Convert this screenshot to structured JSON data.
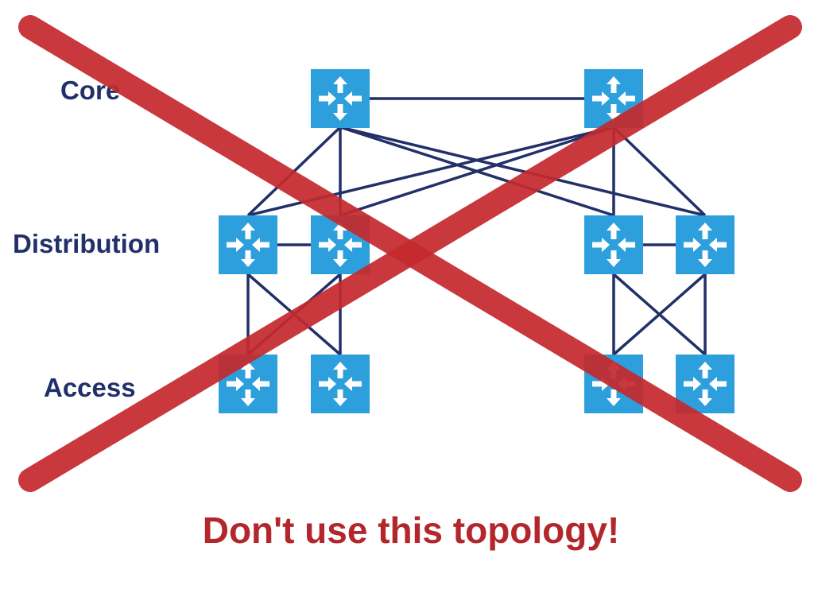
{
  "tiers": {
    "core": "Core",
    "distribution": "Distribution",
    "access": "Access"
  },
  "caption": "Don't use this topology!",
  "colors": {
    "router": "#2d9fdc",
    "link": "#22306a",
    "cross": "#c42a2e",
    "caption": "#b3272c"
  },
  "icons": {
    "device": "router-icon",
    "overlay": "cross-out-icon"
  }
}
